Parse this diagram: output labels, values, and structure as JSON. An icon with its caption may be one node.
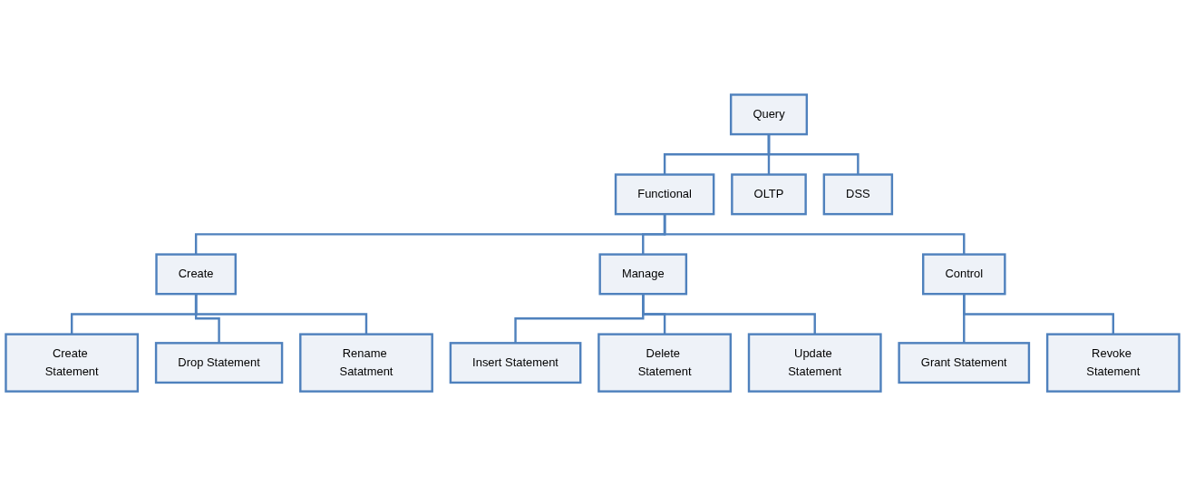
{
  "diagram": {
    "nodes": [
      {
        "text": [
          "Query"
        ]
      },
      {
        "text": [
          "Functional"
        ]
      },
      {
        "text": [
          "OLTP"
        ]
      },
      {
        "text": [
          "DSS"
        ]
      },
      {
        "text": [
          "Create"
        ]
      },
      {
        "text": [
          "Manage"
        ]
      },
      {
        "text": [
          "Control"
        ]
      },
      {
        "text": [
          "Create Statement"
        ]
      },
      {
        "text": [
          "Drop Statement"
        ]
      },
      {
        "text": [
          "Rename Satatment"
        ]
      },
      {
        "text": [
          "Insert Statement"
        ]
      },
      {
        "text": [
          "Delete Statement"
        ]
      },
      {
        "text": [
          "Update Statement"
        ]
      },
      {
        "text": [
          "Grant Statement"
        ]
      },
      {
        "text": [
          "Revoke Statement"
        ]
      }
    ],
    "edges": [
      {
        "from": 0,
        "to": 1,
        "arrow": "none"
      },
      {
        "from": 0,
        "to": 2,
        "arrow": "none"
      },
      {
        "from": 0,
        "to": 3,
        "arrow": "none"
      },
      {
        "from": 1,
        "to": 4,
        "arrow": "none"
      },
      {
        "from": 1,
        "to": 5,
        "arrow": "none"
      },
      {
        "from": 1,
        "to": 6,
        "arrow": "none"
      },
      {
        "from": 4,
        "to": 7,
        "arrow": "none"
      },
      {
        "from": 4,
        "to": 8,
        "arrow": "none"
      },
      {
        "from": 4,
        "to": 9,
        "arrow": "none"
      },
      {
        "from": 5,
        "to": 10,
        "arrow": "none"
      },
      {
        "from": 5,
        "to": 11,
        "arrow": "none"
      },
      {
        "from": 5,
        "to": 12,
        "arrow": "none"
      },
      {
        "from": 6,
        "to": 13,
        "arrow": "none"
      },
      {
        "from": 6,
        "to": 14,
        "arrow": "none"
      }
    ]
  }
}
